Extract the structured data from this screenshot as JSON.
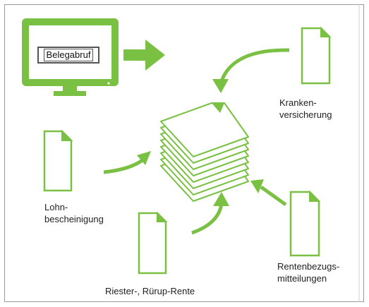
{
  "colors": {
    "accent": "#7ac143",
    "doc_fill": "#ffffff",
    "stroke": "#7ac143",
    "text": "#222222"
  },
  "monitor": {
    "screen_text": "Belegabruf"
  },
  "documents": [
    {
      "name": "kranken",
      "label_lines": [
        "Kranken-",
        "versicherung"
      ]
    },
    {
      "name": "lohn",
      "label_lines": [
        "Lohn-",
        "bescheinigung"
      ]
    },
    {
      "name": "riester",
      "label_lines": [
        "Riester-, Rürup-Rente"
      ]
    },
    {
      "name": "renten",
      "label_lines": [
        "Rentenbezugs-",
        "mitteilungen"
      ]
    }
  ],
  "stack": {
    "icon": "document-stack-icon",
    "count": 8
  }
}
